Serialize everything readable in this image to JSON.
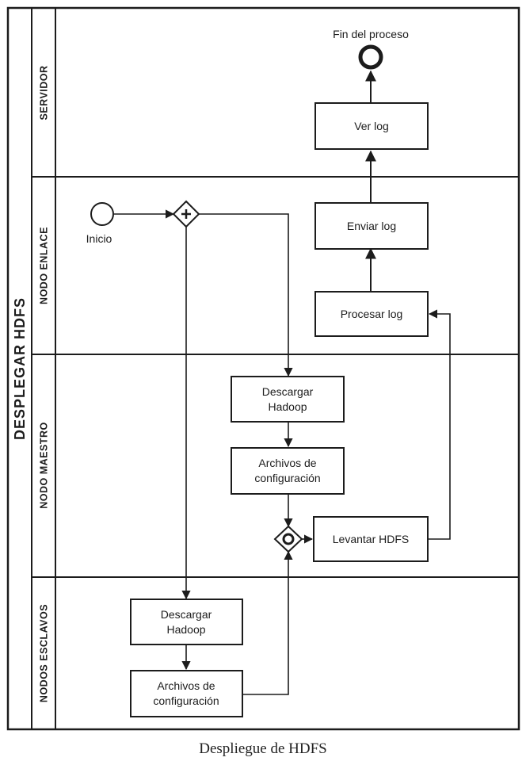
{
  "pool": {
    "title": "DESPLEGAR HDFS"
  },
  "lanes": {
    "servidor": "SERVIDOR",
    "nodo_enlace": "NODO ENLACE",
    "nodo_maestro": "NODO MAESTRO",
    "nodos_esclavos": "NODOS ESCLAVOS"
  },
  "events": {
    "start": "Inicio",
    "end": "Fin del proceso"
  },
  "tasks": {
    "ver_log": [
      "Ver log"
    ],
    "enviar_log": [
      "Enviar log"
    ],
    "procesar_log": [
      "Procesar log"
    ],
    "descargar_maestro": [
      "Descargar",
      "Hadoop"
    ],
    "archivos_maestro": [
      "Archivos de",
      "configuración"
    ],
    "levantar_hdfs": [
      "Levantar HDFS"
    ],
    "descargar_esclavos": [
      "Descargar",
      "Hadoop"
    ],
    "archivos_esclavos": [
      "Archivos de",
      "configuración"
    ]
  },
  "caption": "Despliegue de HDFS"
}
